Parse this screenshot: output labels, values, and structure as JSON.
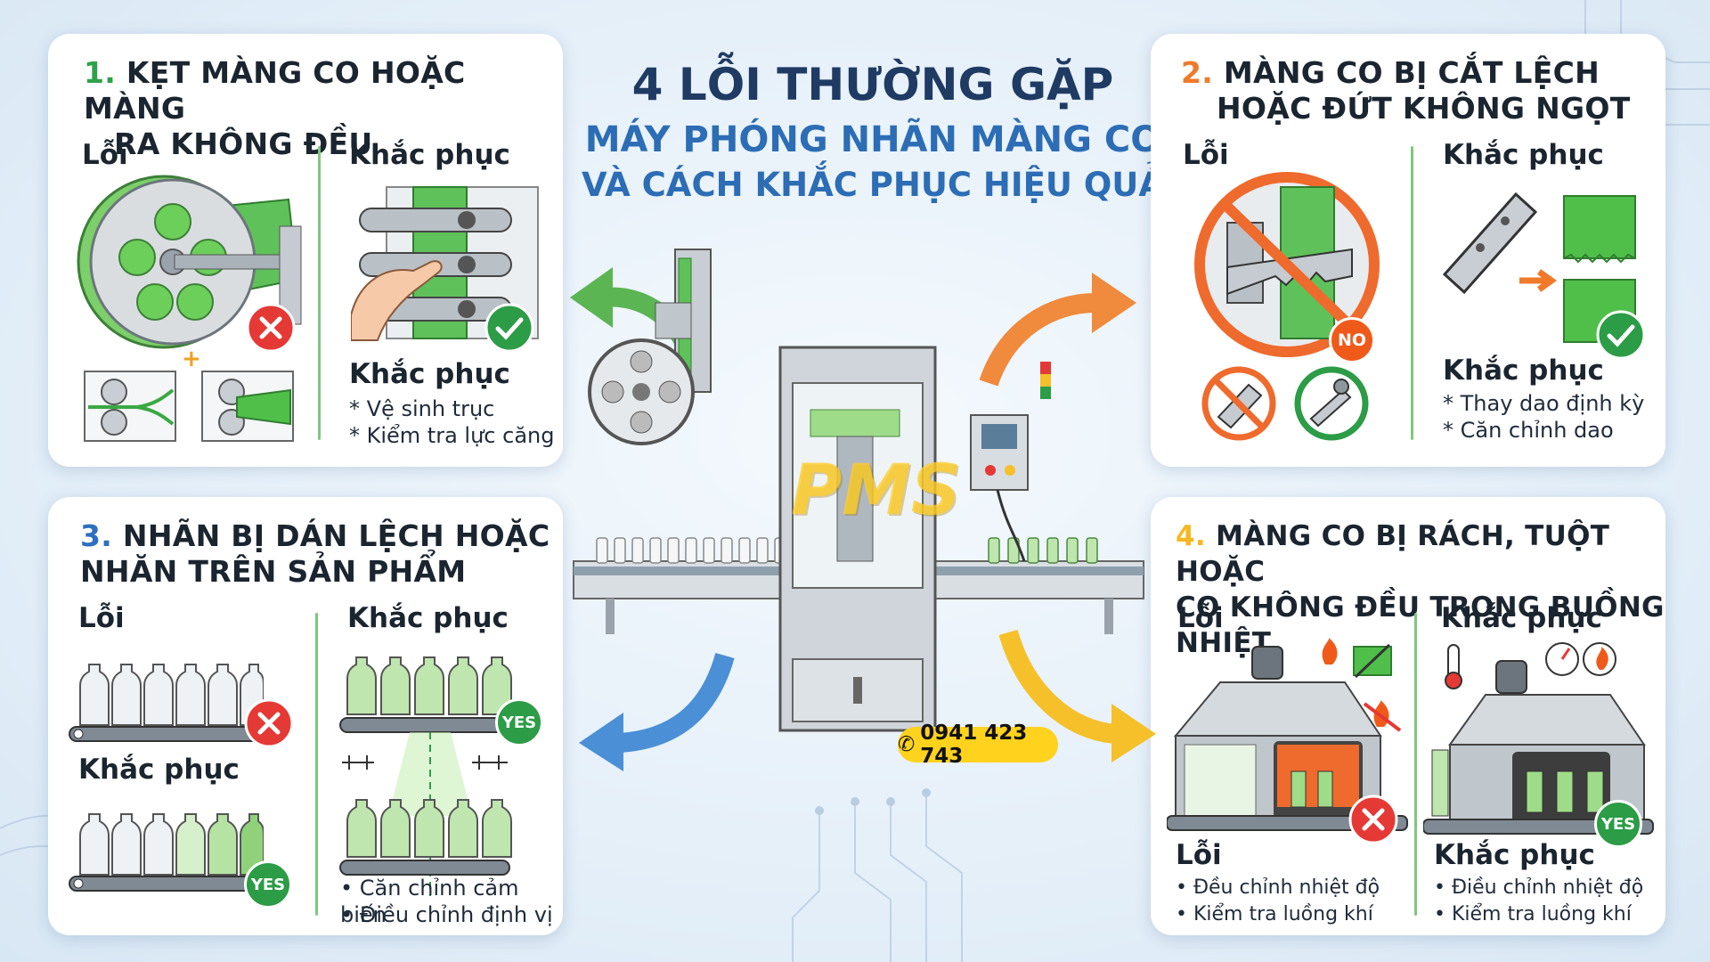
{
  "title": {
    "line1": "4 LỖI THƯỜNG GẶP",
    "line2": "MÁY PHÓNG NHÃN MÀNG CO",
    "line3": "VÀ CÁCH KHẮC PHỤC HIỆU QUẢ"
  },
  "colors": {
    "title_dark": "#1f3b64",
    "title_blue": "#2c6db5",
    "num1": "#2fa14a",
    "num2": "#f07a2a",
    "num3": "#2d6fc0",
    "num4": "#f5b820",
    "ok_green": "#2c9c46",
    "err_red": "#e53935"
  },
  "phone": "0941 423 743",
  "watermark": "PMS",
  "card1": {
    "num": "1.",
    "title1": "KẸT MÀNG CO HOẶC MÀNG",
    "title2": "RA KHÔNG ĐỀU",
    "fault_label": "Lỗi",
    "fix_label": "Khắc phục",
    "fix_label2": "Khắc phục",
    "bullets": [
      "* Vệ sinh trục",
      "* Kiểm tra lực căng"
    ]
  },
  "card2": {
    "num": "2.",
    "title1": "MÀNG CO BỊ CẮT LỆCH",
    "title2": "HOẶC ĐỨT KHÔNG NGỌT",
    "fault_label": "Lỗi",
    "fix_label": "Khắc phục",
    "fix_label2": "Khắc phục",
    "no_badge": "NO",
    "bullets": [
      "* Thay dao định kỳ",
      "* Căn chỉnh dao"
    ]
  },
  "card3": {
    "num": "3.",
    "title1": "NHÃN BỊ DÁN LỆCH HOẶC",
    "title2": "NHĂN TRÊN SẢN PHẨM",
    "fault_label": "Lỗi",
    "fix_label": "Khắc phục",
    "fix_label2": "Khắc phục",
    "yes_badge": "YES",
    "yes_badge2": "YES",
    "bullets": [
      "• Căn chỉnh cảm biến",
      "• Điều chỉnh định vị"
    ]
  },
  "card4": {
    "num": "4.",
    "title1": "MÀNG CO BỊ RÁCH, TUỘT HOẶC",
    "title2": "CO KHÔNG ĐỀU TRONG BUỒNG NHIỆT",
    "fault_label": "Lỗi",
    "fix_label": "Khắc phục",
    "fault_label2": "Lỗi",
    "fix_label2": "Khắc phục",
    "yes_badge": "YES",
    "fault_bullets": [
      "• Đều chỉnh nhiệt độ",
      "• Kiểm tra luồng khí"
    ],
    "fix_bullets": [
      "• Điều chỉnh nhiệt độ",
      "• Kiểm tra luồng khí"
    ]
  }
}
